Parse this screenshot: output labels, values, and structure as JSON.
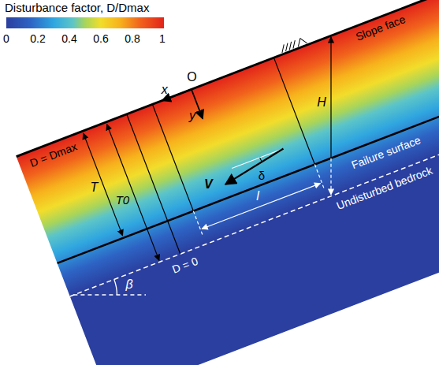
{
  "diagram": {
    "labels": [
      "Disturbance factor, D/Dmax",
      "0",
      "0.2",
      "0.4",
      "0.6",
      "0.8",
      "1",
      "Slope face",
      "O",
      "x",
      "y",
      "H",
      "D = Dmax",
      "T",
      "T0",
      "Failure surface",
      "Undisturbed bedrock",
      "V",
      "δ",
      "l",
      "D = 0",
      "β"
    ]
  }
}
